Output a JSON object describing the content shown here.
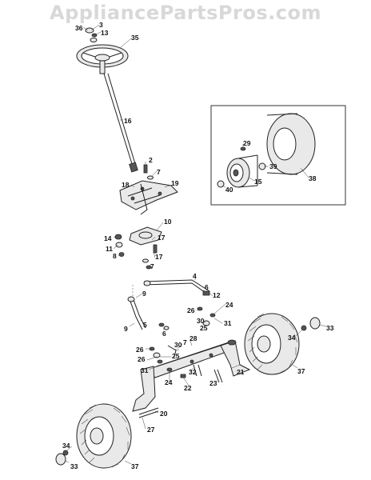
{
  "watermark": "AppliancePartsPros.com",
  "callouts": [
    {
      "id": "c36",
      "text": "36"
    },
    {
      "id": "c3a",
      "text": "3"
    },
    {
      "id": "c13",
      "text": "13"
    },
    {
      "id": "c35",
      "text": "35"
    },
    {
      "id": "c16",
      "text": "16"
    },
    {
      "id": "c2",
      "text": "2"
    },
    {
      "id": "c7a",
      "text": "7"
    },
    {
      "id": "c18",
      "text": "18"
    },
    {
      "id": "c19",
      "text": "19"
    },
    {
      "id": "c10",
      "text": "10"
    },
    {
      "id": "c14",
      "text": "14"
    },
    {
      "id": "c17a",
      "text": "17"
    },
    {
      "id": "c11",
      "text": "11"
    },
    {
      "id": "c8",
      "text": "8"
    },
    {
      "id": "c17b",
      "text": "17"
    },
    {
      "id": "c7b",
      "text": "7"
    },
    {
      "id": "c9a",
      "text": "9"
    },
    {
      "id": "c4",
      "text": "4"
    },
    {
      "id": "c6a",
      "text": "6"
    },
    {
      "id": "c12",
      "text": "12"
    },
    {
      "id": "c26a",
      "text": "26"
    },
    {
      "id": "c24a",
      "text": "24"
    },
    {
      "id": "c30a",
      "text": "30"
    },
    {
      "id": "c25a",
      "text": "25"
    },
    {
      "id": "c31a",
      "text": "31"
    },
    {
      "id": "c9b",
      "text": "9"
    },
    {
      "id": "c5",
      "text": "5"
    },
    {
      "id": "c6b",
      "text": "6"
    },
    {
      "id": "c28",
      "text": "28"
    },
    {
      "id": "c30b",
      "text": "30"
    },
    {
      "id": "c7c",
      "text": "7"
    },
    {
      "id": "c26b",
      "text": "26"
    },
    {
      "id": "c25b",
      "text": "25"
    },
    {
      "id": "c26c",
      "text": "26"
    },
    {
      "id": "c31b",
      "text": "31"
    },
    {
      "id": "c32",
      "text": "32"
    },
    {
      "id": "c24b",
      "text": "24"
    },
    {
      "id": "c22",
      "text": "22"
    },
    {
      "id": "c23",
      "text": "23"
    },
    {
      "id": "c21",
      "text": "21"
    },
    {
      "id": "c20",
      "text": "20"
    },
    {
      "id": "c27",
      "text": "27"
    },
    {
      "id": "c37a",
      "text": "37"
    },
    {
      "id": "c34a",
      "text": "34"
    },
    {
      "id": "c33a",
      "text": "33"
    },
    {
      "id": "c37b",
      "text": "37"
    },
    {
      "id": "c34b",
      "text": "34"
    },
    {
      "id": "c33b",
      "text": "33"
    },
    {
      "id": "c29",
      "text": "29"
    },
    {
      "id": "c39",
      "text": "39"
    },
    {
      "id": "c38",
      "text": "38"
    },
    {
      "id": "c40",
      "text": "40"
    },
    {
      "id": "c15",
      "text": "15"
    }
  ]
}
